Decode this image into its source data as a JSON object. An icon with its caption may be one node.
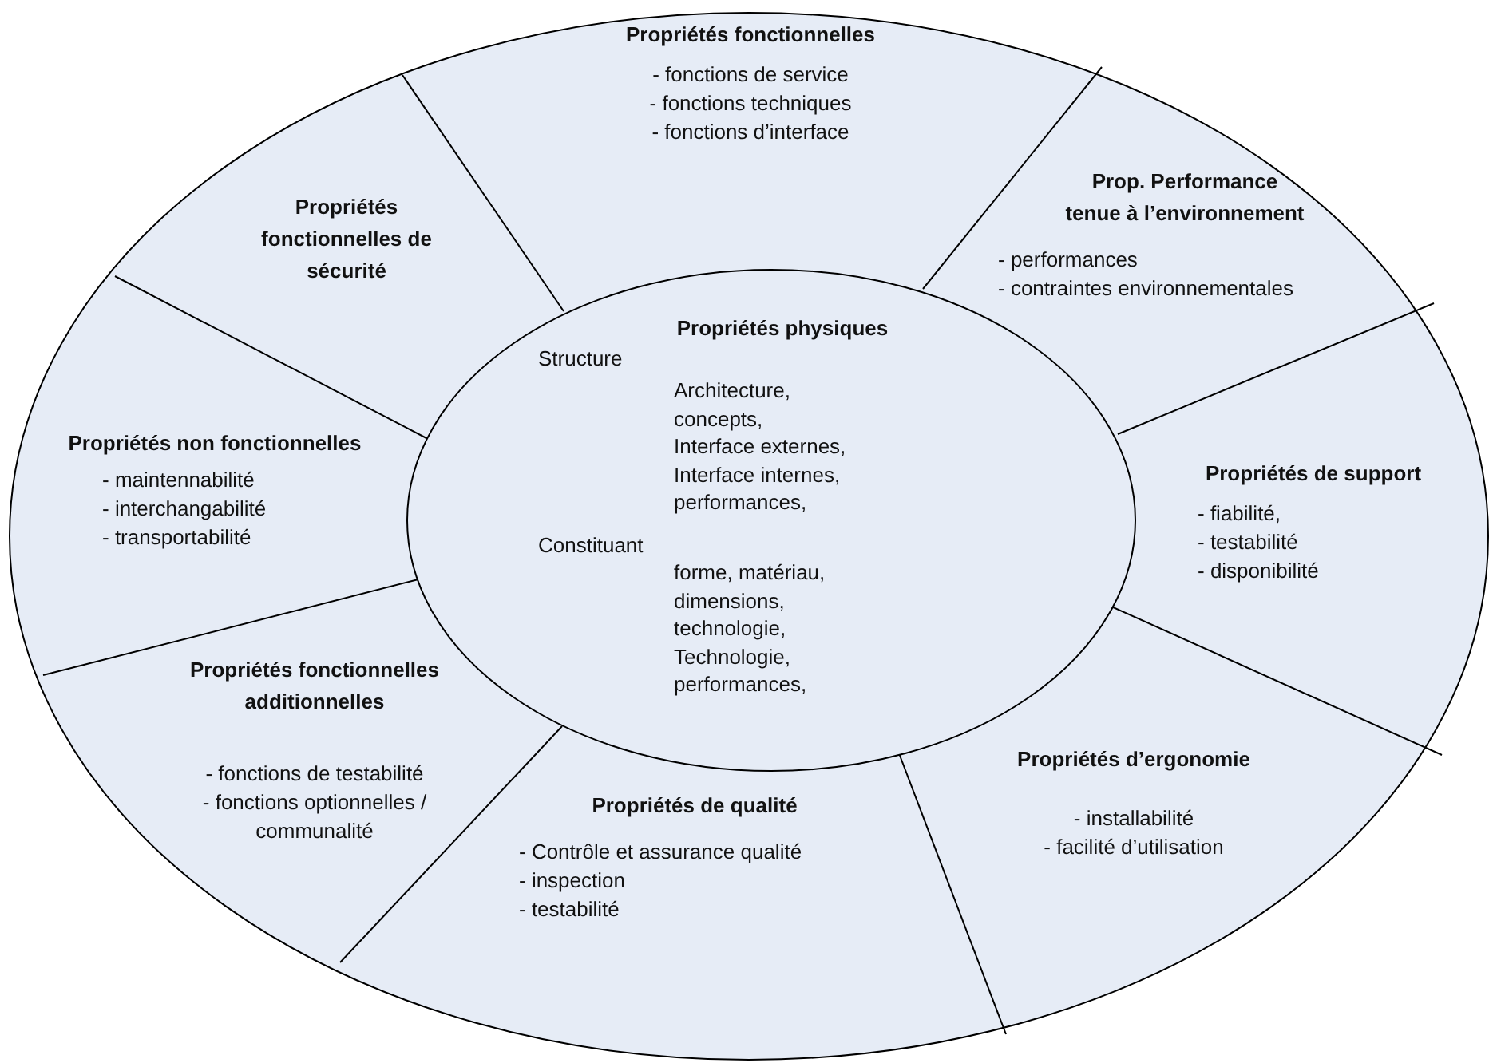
{
  "diagram": {
    "nodes": [
      {
        "text": [
          "Propriétés fonctionnelles",
          "- fonctions de service",
          "- fonctions techniques",
          "- fonctions d’interface"
        ]
      },
      {
        "text": [
          "Propriétés fonctionnelles de sécurité"
        ]
      },
      {
        "text": [
          "Prop. Performance tenue à l’environnement",
          "- performances",
          "- contraintes environnementales"
        ]
      },
      {
        "text": [
          "Propriétés physiques",
          "Structure",
          "Architecture, concepts, Interface externes, Interface internes, performances,",
          "Constituant",
          "forme, matériau, dimensions, technologie, Technologie, performances,"
        ]
      },
      {
        "text": [
          "Propriétés non fonctionnelles",
          "- maintennabilité",
          "- interchangabilité",
          "- transportabilité"
        ]
      },
      {
        "text": [
          "Propriétés de support",
          "- fiabilité,",
          "- testabilité",
          "- disponibilité"
        ]
      },
      {
        "text": [
          "Propriétés fonctionnelles additionnelles",
          "- fonctions de testabilité",
          "- fonctions optionnelles / communalité"
        ]
      },
      {
        "text": [
          "Propriétés d’ergonomie",
          "- installabilité",
          "- facilité d’utilisation"
        ]
      },
      {
        "text": [
          "Propriétés de qualité",
          "- Contrôle et assurance qualité",
          "- inspection",
          "- testabilité"
        ]
      }
    ]
  }
}
